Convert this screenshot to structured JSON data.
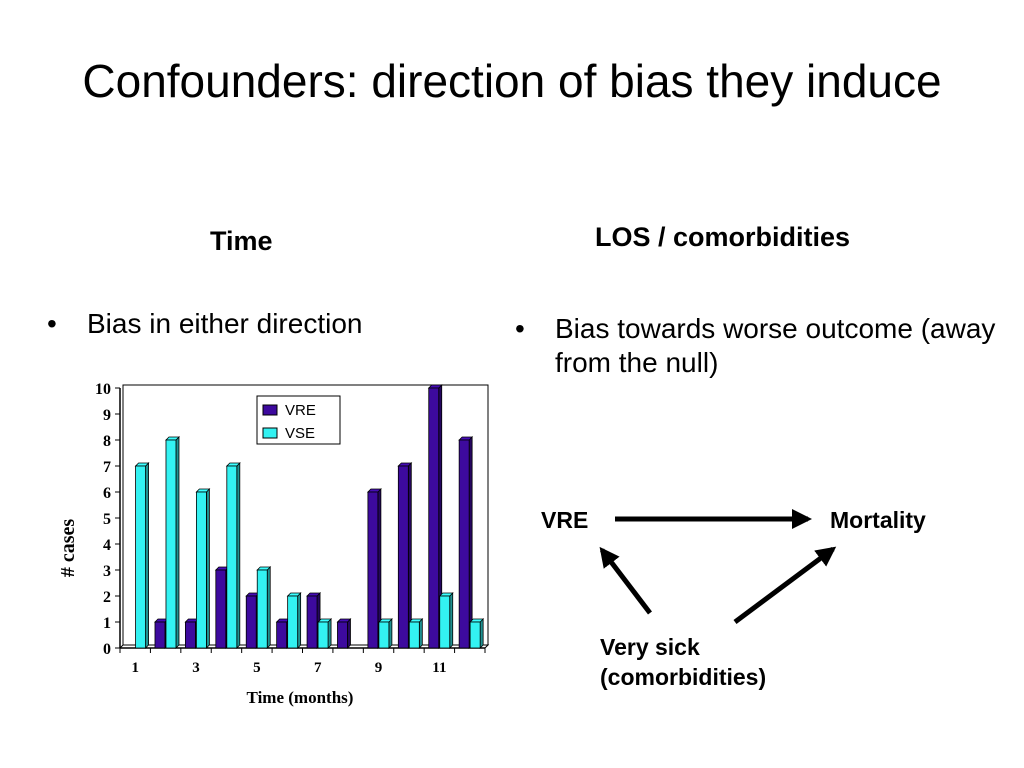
{
  "slide": {
    "title": "Confounders: direction of bias they induce",
    "left": {
      "heading": "Time",
      "bullet": "Bias in either direction"
    },
    "right": {
      "heading": "LOS / comorbidities",
      "bullet": "Bias towards worse outcome (away from the null)"
    },
    "bullet_glyph": "•"
  },
  "diagram": {
    "exposure": "VRE",
    "outcome": "Mortality",
    "confounder_line1": "Very sick",
    "confounder_line2": "(comorbidities)"
  },
  "chart_data": {
    "type": "bar",
    "categories": [
      1,
      2,
      3,
      4,
      5,
      6,
      7,
      8,
      9,
      10,
      11,
      12
    ],
    "tick_labels": [
      "1",
      "3",
      "5",
      "7",
      "9",
      "11"
    ],
    "series": [
      {
        "name": "VRE",
        "values": [
          0,
          1,
          1,
          3,
          2,
          1,
          2,
          1,
          6,
          7,
          10,
          8
        ],
        "color": "#3d0a9e"
      },
      {
        "name": "VSE",
        "values": [
          7,
          8,
          6,
          7,
          3,
          2,
          1,
          0,
          1,
          1,
          2,
          1
        ],
        "color": "#33f2f2"
      }
    ],
    "xlabel": "Time (months)",
    "ylabel": "# cases",
    "ylim": [
      0,
      10
    ],
    "yticks": [
      "0",
      "1",
      "2",
      "3",
      "4",
      "5",
      "6",
      "7",
      "8",
      "9",
      "10"
    ],
    "legend_position": "top-right",
    "grid": false
  }
}
